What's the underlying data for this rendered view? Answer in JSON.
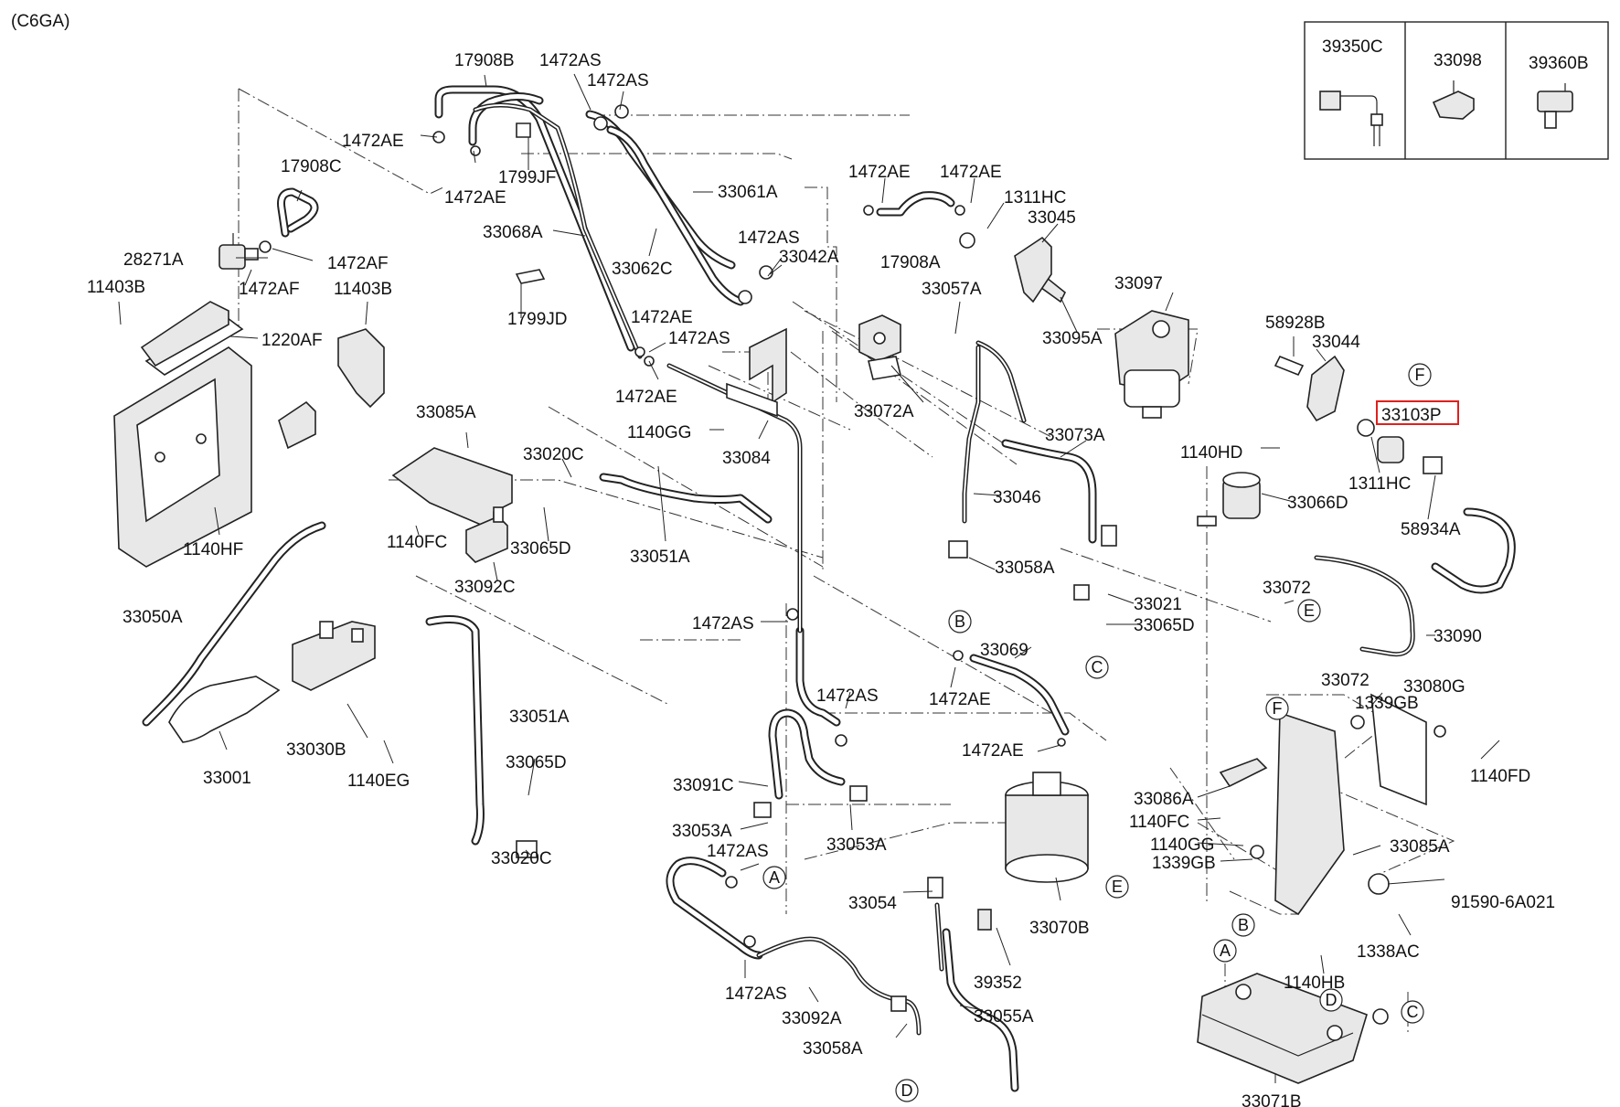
{
  "header": {
    "model_code": "(C6GA)"
  },
  "labels": {
    "l_17908B": "17908B",
    "l_1472AS_a": "1472AS",
    "l_1472AS_b": "1472AS",
    "l_1472AE_a": "1472AE",
    "l_1472AE_b": "1472AE",
    "l_1799JF": "1799JF",
    "l_17908C": "17908C",
    "l_33068A": "33068A",
    "l_33061A": "33061A",
    "l_33062C": "33062C",
    "l_28271A": "28271A",
    "l_1472AF_a": "1472AF",
    "l_1472AF_b": "1472AF",
    "l_11403B_a": "11403B",
    "l_11403B_b": "11403B",
    "l_1220AF": "1220AF",
    "l_1799JD": "1799JD",
    "l_1472AS_c": "1472AS",
    "l_33042A": "33042A",
    "l_1472AE_c": "1472AE",
    "l_1472AS_d": "1472AS",
    "l_1472AE_d": "1472AE",
    "l_1472AE_e": "1472AE",
    "l_1472AE_f": "1472AE",
    "l_1311HC_a": "1311HC",
    "l_33045": "33045",
    "l_17908A": "17908A",
    "l_33057A": "33057A",
    "l_33097": "33097",
    "l_33095A": "33095A",
    "l_58928B": "58928B",
    "l_33044": "33044",
    "l_33103P": "33103P",
    "l_1140HD": "1140HD",
    "l_1311HC_b": "1311HC",
    "l_58934A": "58934A",
    "l_33072A": "33072A",
    "l_1140GG_a": "1140GG",
    "l_33084": "33084",
    "l_33085A_a": "33085A",
    "l_33020C_a": "33020C",
    "l_33073A": "33073A",
    "l_33046": "33046",
    "l_33066D": "33066D",
    "l_1140FC_a": "1140FC",
    "l_33065D_a": "33065D",
    "l_33051A_a": "33051A",
    "l_1140HF": "1140HF",
    "l_33092C": "33092C",
    "l_33058A_a": "33058A",
    "l_33021": "33021",
    "l_33065D_b": "33065D",
    "l_33072_a": "33072",
    "l_33090": "33090",
    "l_33050A": "33050A",
    "l_1472AS_e": "1472AS",
    "l_33069": "33069",
    "l_33072_b": "33072",
    "l_1339GB_a": "1339GB",
    "l_33080G": "33080G",
    "l_33051A_b": "33051A",
    "l_1472AS_f": "1472AS",
    "l_1472AE_g": "1472AE",
    "l_1472AE_h": "1472AE",
    "l_1140FD": "1140FD",
    "l_33001": "33001",
    "l_33030B": "33030B",
    "l_1140EG": "1140EG",
    "l_33065D_c": "33065D",
    "l_33091C": "33091C",
    "l_33086A": "33086A",
    "l_1140FC_b": "1140FC",
    "l_33053A_a": "33053A",
    "l_33053A_b": "33053A",
    "l_1140GG_b": "1140GG",
    "l_1339GB_b": "1339GB",
    "l_33085A_b": "33085A",
    "l_33020C_b": "33020C",
    "l_1472AS_g": "1472AS",
    "l_33054": "33054",
    "l_33070B": "33070B",
    "l_91590": "91590-6A021",
    "l_1338AC": "1338AC",
    "l_39352": "39352",
    "l_1140HB": "1140HB",
    "l_1472AS_h": "1472AS",
    "l_33092A": "33092A",
    "l_33055A": "33055A",
    "l_33058A_b": "33058A",
    "l_33071B": "33071B"
  },
  "circles": {
    "A": "A",
    "B": "B",
    "C": "C",
    "D": "D",
    "E": "E",
    "F": "F"
  },
  "inset": {
    "p1": "39350C",
    "p2": "33098",
    "p3": "39360B"
  },
  "highlight": {
    "part": "33103P",
    "color": "#e0201c"
  }
}
